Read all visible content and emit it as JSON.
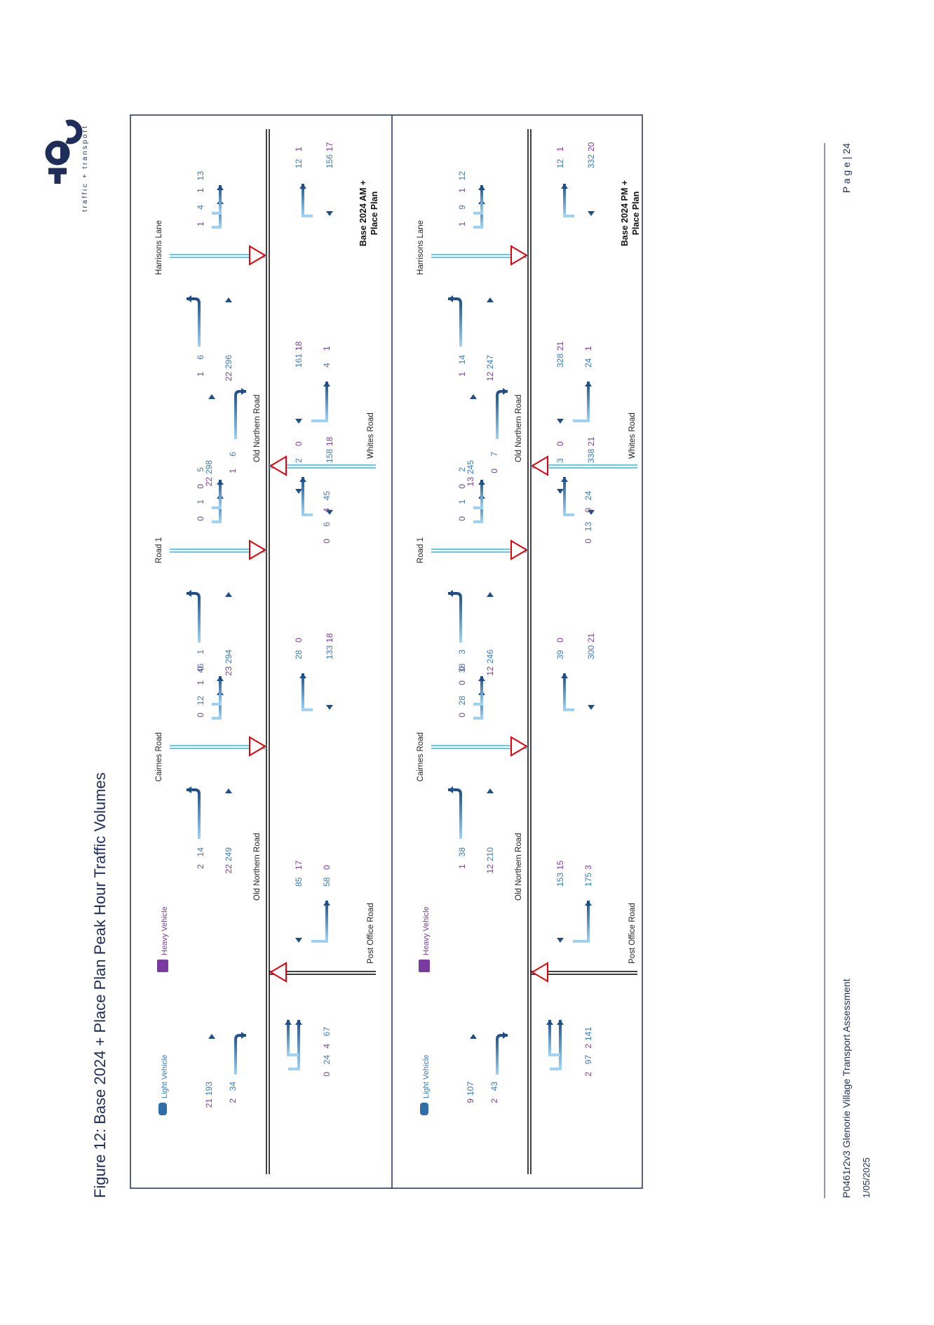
{
  "document": {
    "figure_title": "Figure 12: Base 2024 + Place Plan Peak Hour Traffic Volumes",
    "footer_doc": "P0461r2v3 Glenorie Village Transport Assessment",
    "footer_date": "1/05/2025",
    "page_label": "P a g e | 24"
  },
  "logo": {
    "wordmark": "arc",
    "tagline": "traffic + transport"
  },
  "legend": {
    "light": "Light Vehicle",
    "heavy": "Heavy Vehicle"
  },
  "colors": {
    "light": "#3a7ab8",
    "heavy": "#7a3aa0",
    "road": "#000000",
    "side_road": "#4fc3e0",
    "give_way": "#e8000b",
    "frame": "#1f2d5a"
  },
  "roads": {
    "main": "Old Northern Road",
    "post_office": "Post Office Road",
    "cairnes": "Cairnes Road",
    "road1": "Road 1",
    "whites": "Whites Road",
    "harrisons": "Harrisons Lane"
  },
  "panels": [
    {
      "label1": "Base 2024 AM +",
      "label2": "Place Plan",
      "vals": {
        "po_nt": [
          "193",
          "21"
        ],
        "po_nl": [
          "34",
          "2"
        ],
        "po_sl": [
          "85",
          "17"
        ],
        "po_sr": [
          "58",
          "0"
        ],
        "po_ml": [
          "24",
          "0"
        ],
        "po_mr": [
          "67",
          "4"
        ],
        "ca_ml": [
          "12",
          "0"
        ],
        "ca_mr": [
          "46",
          "1"
        ],
        "ca_nt": [
          "249",
          "22"
        ],
        "ca_nr": [
          "14",
          "2"
        ],
        "ca_sl": [
          "28",
          "0"
        ],
        "ca_st": [
          "133",
          "18"
        ],
        "r1_ml": [
          "1",
          "0"
        ],
        "r1_mr": [
          "5",
          "0"
        ],
        "r1_nt": [
          "294",
          "23"
        ],
        "r1_nr": [
          "1",
          "0"
        ],
        "r1_sl": [
          "2",
          "0"
        ],
        "r1_st": [
          "158",
          "18"
        ],
        "wh_nt": [
          "298",
          "22"
        ],
        "wh_nl": [
          "6",
          "1"
        ],
        "wh_mr": [
          "45",
          "4"
        ],
        "wh_ml": [
          "6",
          "0"
        ],
        "wh_st": [
          "161",
          "18"
        ],
        "wh_sr": [
          "4",
          "1"
        ],
        "ha_ml": [
          "4",
          "1"
        ],
        "ha_mr": [
          "13",
          "1"
        ],
        "ha_nt": [
          "296",
          "22"
        ],
        "ha_nr": [
          "6",
          "1"
        ],
        "ha_sl": [
          "12",
          "1"
        ],
        "ha_st": [
          "156",
          "17"
        ]
      }
    },
    {
      "label1": "Base 2024 PM +",
      "label2": "Place Plan",
      "vals": {
        "po_nt": [
          "107",
          "9"
        ],
        "po_nl": [
          "43",
          "2"
        ],
        "po_sl": [
          "153",
          "15"
        ],
        "po_sr": [
          "175",
          "3"
        ],
        "po_ml": [
          "97",
          "2"
        ],
        "po_mr": [
          "141",
          "2"
        ],
        "ca_ml": [
          "28",
          "0"
        ],
        "ca_mr": [
          "38",
          "0"
        ],
        "ca_nt": [
          "210",
          "12"
        ],
        "ca_nr": [
          "38",
          "1"
        ],
        "ca_sl": [
          "39",
          "0"
        ],
        "ca_st": [
          "300",
          "21"
        ],
        "r1_ml": [
          "1",
          "0"
        ],
        "r1_mr": [
          "2",
          "0"
        ],
        "r1_nt": [
          "246",
          "12"
        ],
        "r1_nr": [
          "3",
          "0"
        ],
        "r1_sl": [
          "3",
          "0"
        ],
        "r1_st": [
          "338",
          "21"
        ],
        "wh_nt": [
          "245",
          "13"
        ],
        "wh_nl": [
          "7",
          "0"
        ],
        "wh_mr": [
          "24",
          "0"
        ],
        "wh_ml": [
          "13",
          "0"
        ],
        "wh_st": [
          "328",
          "21"
        ],
        "wh_sr": [
          "24",
          "1"
        ],
        "ha_ml": [
          "9",
          "1"
        ],
        "ha_mr": [
          "12",
          "1"
        ],
        "ha_nt": [
          "247",
          "12"
        ],
        "ha_nr": [
          "14",
          "1"
        ],
        "ha_sl": [
          "12",
          "1"
        ],
        "ha_st": [
          "332",
          "20"
        ]
      }
    }
  ]
}
